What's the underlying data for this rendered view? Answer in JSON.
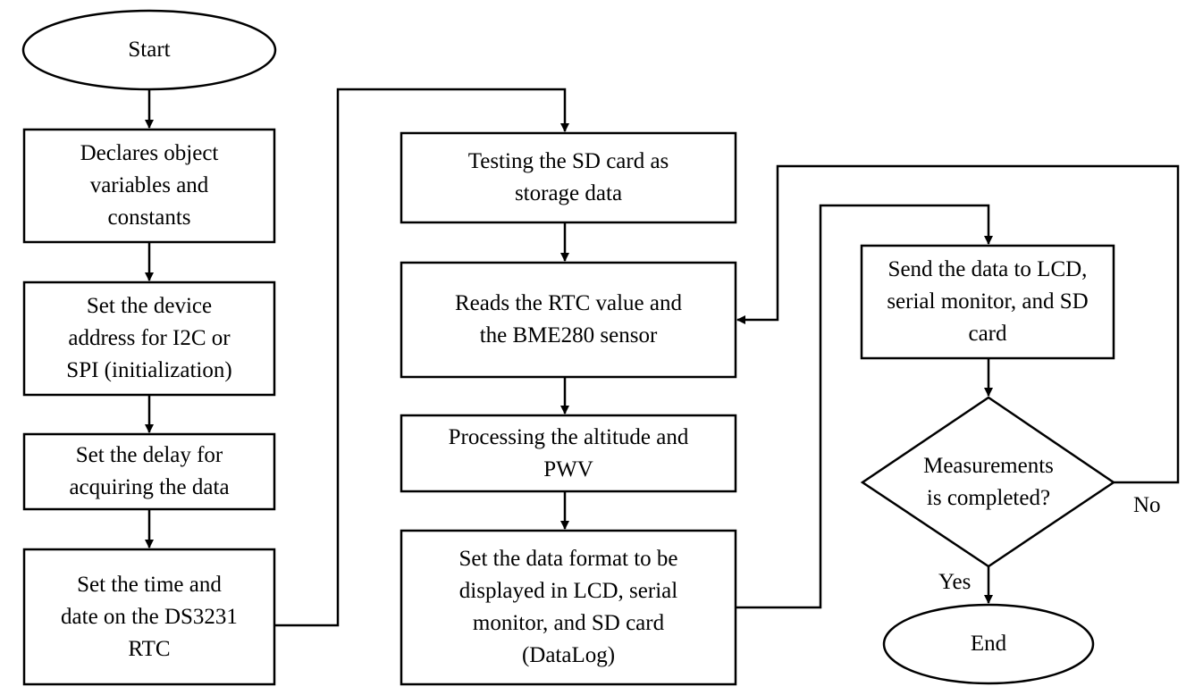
{
  "nodes": {
    "start": "Start",
    "declare": "Declares object\nvariables and\nconstants",
    "set_address": "Set the device\naddress for I2C or\nSPI (initialization)",
    "set_delay": "Set the delay for\nacquiring the data",
    "set_time": "Set the time and\ndate on the DS3231\nRTC",
    "test_sd": "Testing the SD card as\nstorage data",
    "read_rtc": "Reads the RTC value and\nthe BME280 sensor",
    "process": "Processing the altitude and\nPWV",
    "set_format": "Set the data format to be\ndisplayed in LCD, serial\nmonitor, and SD card\n(DataLog)",
    "send_data": "Send the data to LCD,\nserial monitor, and SD\ncard",
    "decision": "Measurements\nis completed?",
    "end": "End"
  },
  "edge_labels": {
    "no": "No",
    "yes": "Yes"
  }
}
